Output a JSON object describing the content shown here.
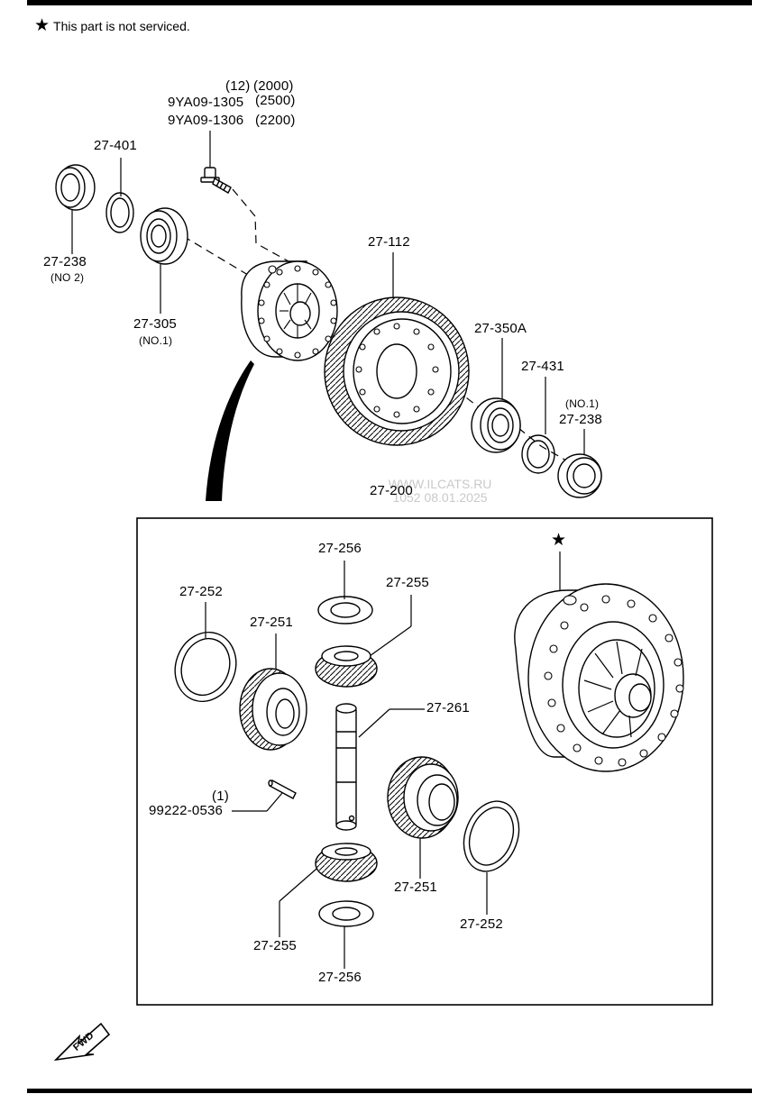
{
  "note": {
    "star_glyph": "★",
    "text": "This part is not serviced."
  },
  "watermark": {
    "line1": "WWW.ILCATS.RU",
    "line2": "1052 08.01.2025"
  },
  "labels": {
    "bolt_qty": "(12)",
    "bolt_year_a": "(2000)",
    "bolt_pn_a": "9YA09-1305",
    "bolt_year_b": "(2500)",
    "bolt_pn_b": "9YA09-1306",
    "bolt_year_c": "(2200)",
    "shim_left": "27-401",
    "seal_left": "27-238",
    "seal_left_note": "(NO 2)",
    "bearing_left": "27-305",
    "bearing_left_note": "(NO.1)",
    "ring_gear": "27-112",
    "bearing_right": "27-350A",
    "shim_right": "27-431",
    "seal_right_note": "(NO.1)",
    "seal_right": "27-238",
    "diff_assy": "27-200",
    "washer_top": "27-256",
    "pinion_top": "27-255",
    "washer_left": "27-252",
    "side_gear_left": "27-251",
    "pinion_shaft": "27-261",
    "pin_qty": "(1)",
    "pin": "99222-0536",
    "side_gear_right": "27-251",
    "washer_right": "27-252",
    "pinion_bottom": "27-255",
    "washer_bottom": "27-256",
    "case_star": "★"
  },
  "fwd_arrow": {
    "text": "FWD"
  }
}
